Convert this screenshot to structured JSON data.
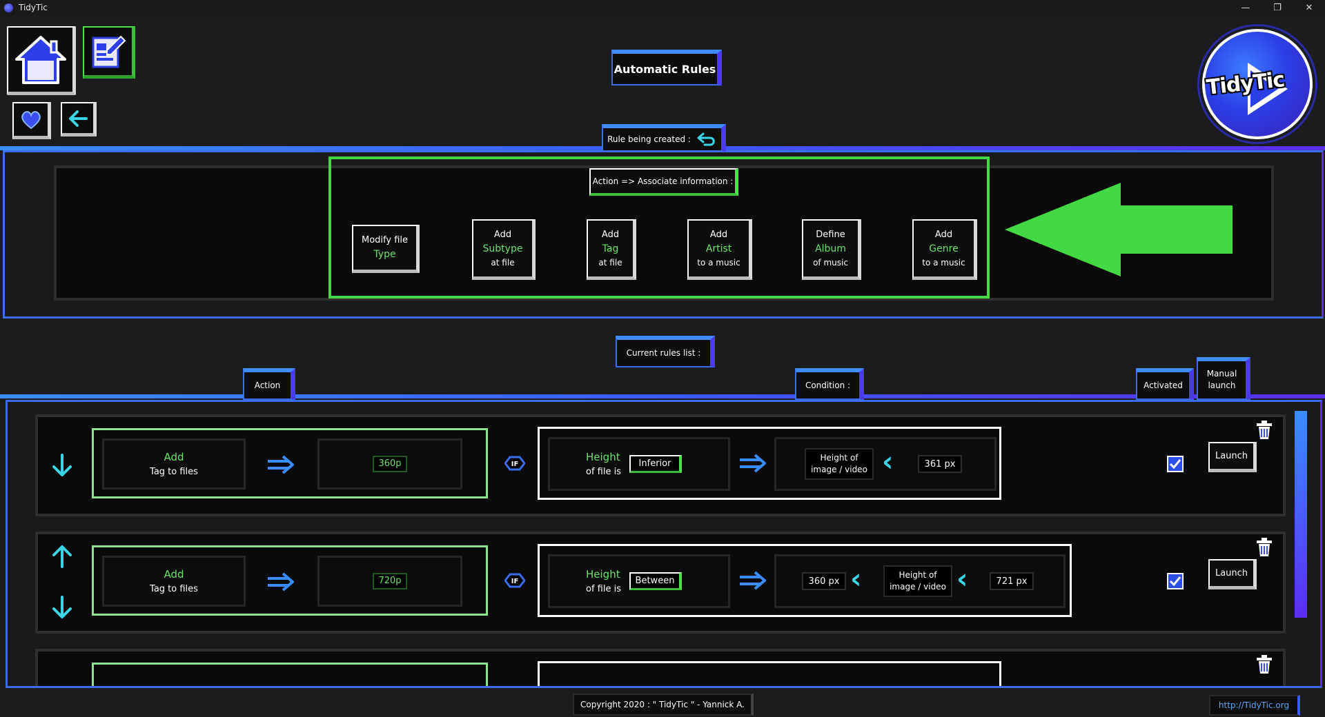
{
  "window": {
    "title": "TidyTic",
    "minimize": "—",
    "restore": "❐",
    "close": "✕"
  },
  "header": {
    "page_title": "Automatic Rules",
    "logo_text": "TidyTic"
  },
  "creation": {
    "label": "Rule being created :",
    "action_label": "Action => Associate information :",
    "actions": [
      {
        "l1": "Modify file",
        "l2": "Type",
        "l3": ""
      },
      {
        "l1": "Add",
        "l2": "Subtype",
        "l3": "at file"
      },
      {
        "l1": "Add",
        "l2": "Tag",
        "l3": "at file"
      },
      {
        "l1": "Add",
        "l2": "Artist",
        "l3": "to a music"
      },
      {
        "l1": "Define",
        "l2": "Album",
        "l3": "of music"
      },
      {
        "l1": "Add",
        "l2": "Genre",
        "l3": "to a music"
      }
    ],
    "arrow_color": "#43d943"
  },
  "rules_list": {
    "title": "Current rules list :",
    "columns": {
      "action": "Action",
      "condition": "Condition :",
      "activated": "Activated",
      "manual": "Manual launch"
    },
    "if_label": "IF",
    "rules": [
      {
        "action_l1": "Add",
        "action_l2": "Tag to files",
        "value": "360p",
        "cond_l1": "Height",
        "cond_l2": "of file is",
        "operator": "Inferior",
        "target": "Height of image / video",
        "limit": "361 px",
        "launch": "Launch",
        "activated": true
      },
      {
        "action_l1": "Add",
        "action_l2": "Tag to files",
        "value": "720p",
        "cond_l1": "Height",
        "cond_l2": "of file is",
        "operator": "Between",
        "min": "360 px",
        "target": "Height of image / video",
        "max": "721 px",
        "launch": "Launch",
        "activated": true
      }
    ]
  },
  "footer": {
    "copyright": "Copyright 2020 : \" TidyTic \" - Yannick A.",
    "link": "http://TidyTic.org"
  },
  "colors": {
    "accent_blue": "#3b6df0",
    "accent_purple": "#5a2ef0",
    "accent_green": "#45d845",
    "cyan": "#3ad6e8"
  }
}
